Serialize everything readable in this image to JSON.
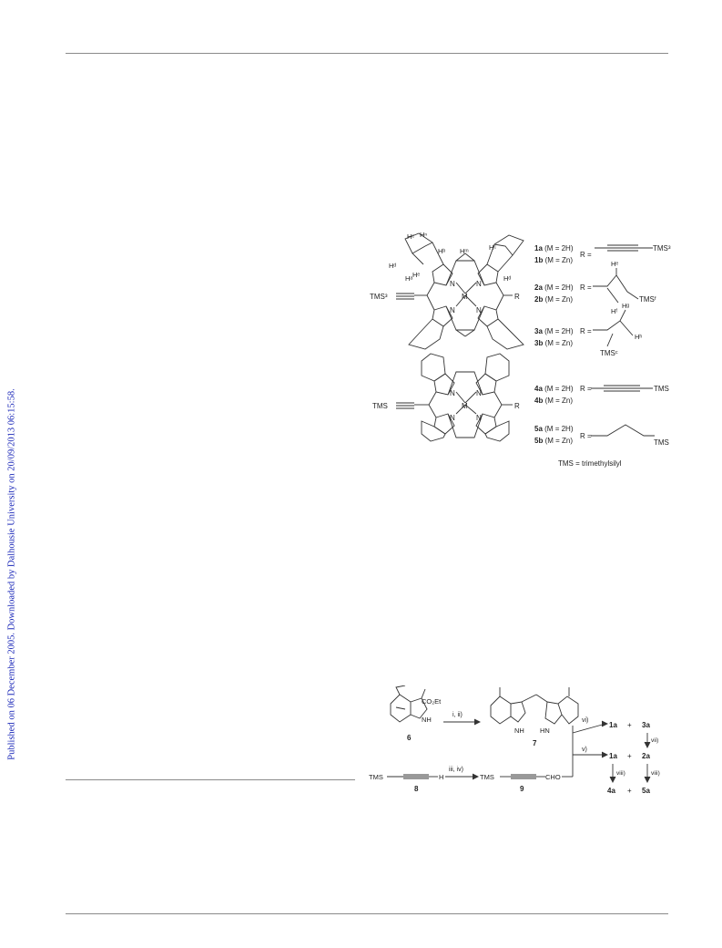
{
  "sidebar": {
    "published_text": "Published on 06 December 2005. Downloaded by Dalhousie University on 20/09/2013 06:15:58."
  },
  "figure1": {
    "top_porphyrin": {
      "h_labels": [
        "Hᵃ",
        "Hᵇ",
        "Hᶜ",
        "Hᵈ",
        "Hᵉ",
        "Hⁿ",
        "Hᵐ",
        "Hᶜ",
        "Hᵈ"
      ],
      "n_labels": [
        "N",
        "N",
        "N",
        "N"
      ],
      "metal": "M",
      "left_sub": "TMS³",
      "right_sub": "R"
    },
    "bottom_porphyrin": {
      "n_labels": [
        "N",
        "N",
        "N",
        "N"
      ],
      "metal": "M",
      "left_sub": "TMS",
      "right_sub": "R"
    },
    "compounds": [
      {
        "id": "1a",
        "desc": "(M = 2H)"
      },
      {
        "id": "1b",
        "desc": "(M = Zn)"
      },
      {
        "id": "2a",
        "desc": "(M = 2H)"
      },
      {
        "id": "2b",
        "desc": "(M = Zn)"
      },
      {
        "id": "3a",
        "desc": "(M = 2H)"
      },
      {
        "id": "3b",
        "desc": "(M = Zn)"
      },
      {
        "id": "4a",
        "desc": "(M = 2H)"
      },
      {
        "id": "4b",
        "desc": "(M = Zn)"
      },
      {
        "id": "5a",
        "desc": "(M = 2H)"
      },
      {
        "id": "5b",
        "desc": "(M = Zn)"
      }
    ],
    "r_label": "R =",
    "r_groups": {
      "r1_end": "TMS³",
      "r2_he": "Hᵉ",
      "r2_hf": "Hᶠ",
      "r2_tms": "TMSᶠ",
      "r3_hg": "Hᵍ",
      "r3_hh": "Hʰ",
      "r3_tms": "TMSᶜ",
      "r4_end": "TMS",
      "r5_end": "TMS"
    },
    "tms_note": "TMS = trimethylsilyl"
  },
  "scheme1": {
    "c6_label": "6",
    "c6_sub": "CO₂Et",
    "c6_nh": "NH",
    "c7_label": "7",
    "c7_nh": "NH",
    "c7_hn": "HN",
    "c8_label": "8",
    "c8_left": "TMS",
    "c8_right": "H",
    "c9_label": "9",
    "c9_left": "TMS",
    "c9_right": "CHO",
    "step_1": "i, ii)",
    "step_2": "iii, iv)",
    "step_v": "v)",
    "step_vi": "vi)",
    "step_vii": "vii)",
    "step_viii_a": "viii)",
    "step_viii_b": "viii)",
    "prod_1a_top": "1a",
    "prod_3a": "3a",
    "prod_1a_mid": "1a",
    "prod_2a": "2a",
    "prod_4a": "4a",
    "prod_5a": "5a",
    "plus": "+"
  }
}
